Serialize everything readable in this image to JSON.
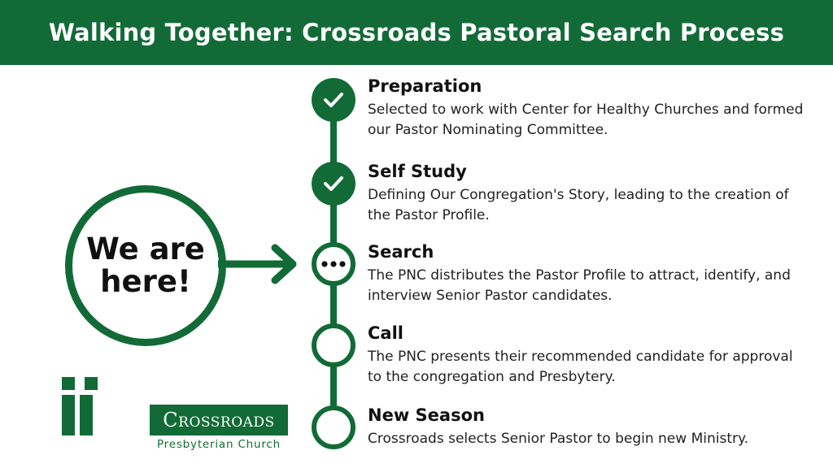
{
  "header": {
    "title": "Walking Together: Crossroads Pastoral Search Process"
  },
  "badge": {
    "text": "We are here!"
  },
  "colors": {
    "accent": "#126b36",
    "text": "#111111",
    "background": "#ffffff"
  },
  "steps": [
    {
      "title": "Preparation",
      "description": "Selected to work with Center for Healthy Churches and formed our Pastor Nominating Committee.",
      "status": "done",
      "icon": "check-icon"
    },
    {
      "title": "Self Study",
      "description": "Defining Our Congregation's Story, leading to the creation of the Pastor Profile.",
      "status": "done",
      "icon": "check-icon"
    },
    {
      "title": "Search",
      "description": "The PNC distributes the Pastor Profile to attract, identify, and interview Senior Pastor candidates.",
      "status": "current",
      "icon": "ellipsis-icon"
    },
    {
      "title": "Call",
      "description": "The PNC presents their recommended candidate for approval to the congregation and Presbytery.",
      "status": "future",
      "icon": "empty-circle-icon"
    },
    {
      "title": "New Season",
      "description": "Crossroads selects Senior Pastor to begin new Ministry.",
      "status": "future",
      "icon": "empty-circle-icon"
    }
  ],
  "logo": {
    "name": "Crossroads",
    "subtitle": "Presbyterian Church"
  }
}
